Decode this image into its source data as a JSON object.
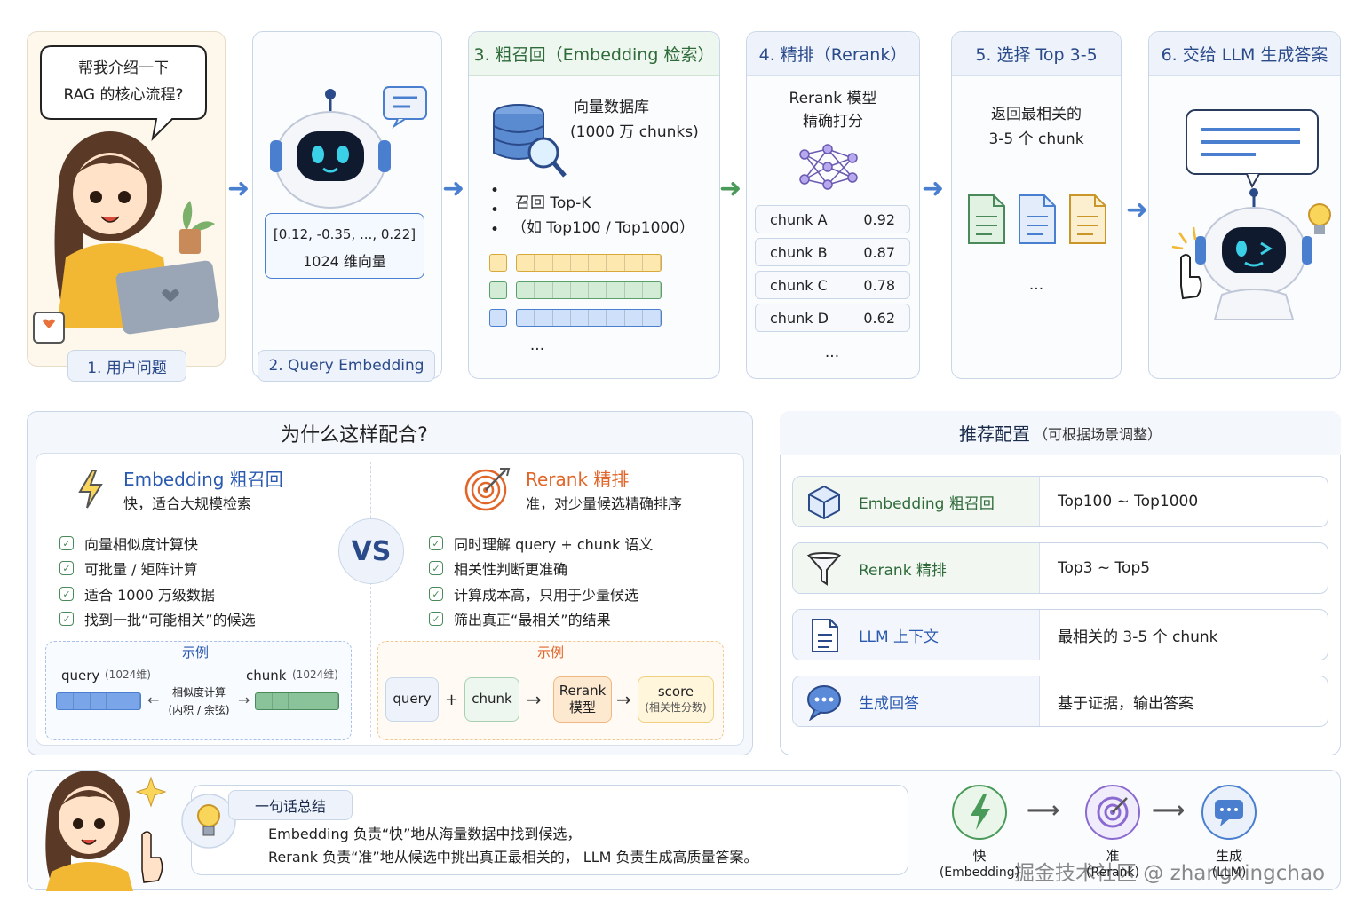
{
  "pipeline": {
    "user_bubble_line1": "帮我介绍一下",
    "user_bubble_line2": "RAG 的核心流程?",
    "stage1_label": "1. 用户问题",
    "stage2_vector": "[0.12, -0.35, ..., 0.22]",
    "stage2_dim": "1024 维向量",
    "stage2_label": "2. Query Embedding",
    "stage3_title": "3. 粗召回（Embedding 检索）",
    "stage3_db_line1": "向量数据库",
    "stage3_db_line2": "(1000 万 chunks)",
    "stage3_recall_line1": "召回 Top-K",
    "stage3_recall_line2": "（如 Top100 / Top1000）",
    "stage3_more": "...",
    "stage4_title": "4. 精排（Rerank）",
    "stage4_model_line1": "Rerank 模型",
    "stage4_model_line2": "精确打分",
    "stage4_chunks": [
      {
        "name": "chunk A",
        "score": "0.92"
      },
      {
        "name": "chunk B",
        "score": "0.87"
      },
      {
        "name": "chunk C",
        "score": "0.78"
      },
      {
        "name": "chunk D",
        "score": "0.62"
      }
    ],
    "stage4_more": "...",
    "stage5_title": "5. 选择 Top 3-5",
    "stage5_line1": "返回最相关的",
    "stage5_line2": "3-5 个 chunk",
    "stage5_more": "...",
    "stage6_title": "6. 交给 LLM 生成答案"
  },
  "why": {
    "title": "为什么这样配合?",
    "emb_title": "Embedding 粗召回",
    "emb_sub": "快，适合大规模检索",
    "emb_points": [
      "向量相似度计算快",
      "可批量 / 矩阵计算",
      "适合 1000 万级数据",
      "找到一批“可能相关”的候选"
    ],
    "emb_example_title": "示例",
    "emb_query": "query",
    "emb_query_dim": "(1024维)",
    "emb_chunk": "chunk",
    "emb_chunk_dim": "(1024维)",
    "emb_sim_line1": "相似度计算",
    "emb_sim_line2": "(内积 / 余弦)",
    "vs": "VS",
    "rr_title": "Rerank 精排",
    "rr_sub": "准，对少量候选精确排序",
    "rr_points": [
      "同时理解 query + chunk 语义",
      "相关性判断更准确",
      "计算成本高，只用于少量候选",
      "筛出真正“最相关”的结果"
    ],
    "rr_example_title": "示例",
    "rr_query": "query",
    "rr_plus": "+",
    "rr_chunk": "chunk",
    "rr_model_line1": "Rerank",
    "rr_model_line2": "模型",
    "rr_score_line1": "score",
    "rr_score_line2": "(相关性分数)"
  },
  "config": {
    "title": "推荐配置",
    "title_note": "（可根据场景调整）",
    "rows": [
      {
        "name": "Embedding 粗召回",
        "value": "Top100 ~ Top1000",
        "icon": "cube-icon"
      },
      {
        "name": "Rerank 精排",
        "value": "Top3 ~ Top5",
        "icon": "funnel-icon"
      },
      {
        "name": "LLM 上下文",
        "value": "最相关的 3-5 个 chunk",
        "icon": "document-icon"
      },
      {
        "name": "生成回答",
        "value": "基于证据，输出答案",
        "icon": "chat-icon"
      }
    ]
  },
  "summary": {
    "tag": "一句话总结",
    "line1": "Embedding 负责“快”地从海量数据中找到候选，",
    "line2": "Rerank 负责“准”地从候选中挑出真正最相关的， LLM 负责生成高质量答案。",
    "flow1": "快",
    "flow1_sub": "(Embedding)",
    "flow2": "准",
    "flow2_sub": "(Rerank)",
    "flow3": "生成",
    "flow3_sub": "(LLM)"
  },
  "watermark": "掘金技术社区 @ zhangxingchao",
  "colors": {
    "blue": "#4a7fd0",
    "green": "#4a9a5a",
    "orange": "#e0662a",
    "yellow": "#f2c94c"
  }
}
